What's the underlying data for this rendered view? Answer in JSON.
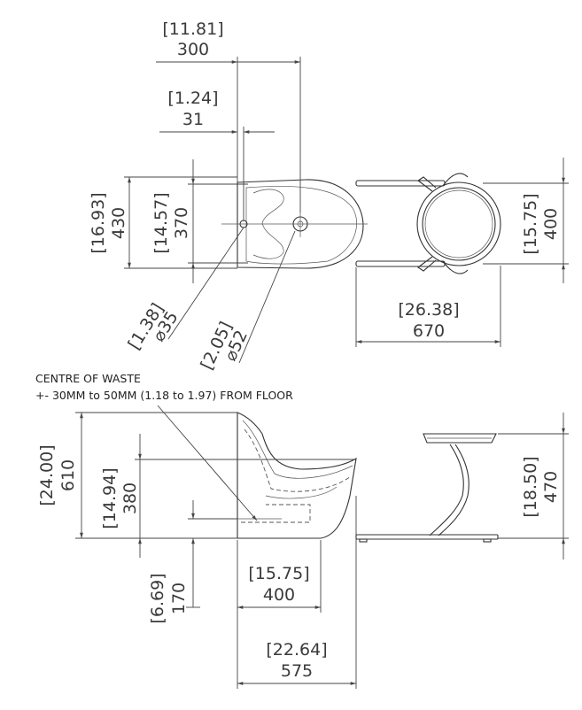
{
  "dimensions": {
    "top_width": {
      "inch": "[11.81]",
      "mm": "300"
    },
    "top_offset": {
      "inch": "[1.24]",
      "mm": "31"
    },
    "top_depth": {
      "inch": "[16.93]",
      "mm": "430"
    },
    "top_inner_depth": {
      "inch": "[14.57]",
      "mm": "370"
    },
    "waste_dia": {
      "inch": "[1.38]",
      "mm": "⌀35"
    },
    "inlet_dia": {
      "inch": "[2.05]",
      "mm": "⌀52"
    },
    "frame_width": {
      "inch": "[15.75]",
      "mm": "400"
    },
    "frame_length": {
      "inch": "[26.38]",
      "mm": "670"
    },
    "side_height": {
      "inch": "[24.00]",
      "mm": "610"
    },
    "rim_height": {
      "inch": "[14.94]",
      "mm": "380"
    },
    "waste_height": {
      "inch": "[6.69]",
      "mm": "170"
    },
    "base_width": {
      "inch": "[15.75]",
      "mm": "400"
    },
    "overall_width": {
      "inch": "[22.64]",
      "mm": "575"
    },
    "frame_height": {
      "inch": "[18.50]",
      "mm": "470"
    }
  },
  "notes": {
    "line1": "CENTRE OF WASTE",
    "line2": "+- 30MM to 50MM (1.18 to 1.97) FROM FLOOR"
  }
}
